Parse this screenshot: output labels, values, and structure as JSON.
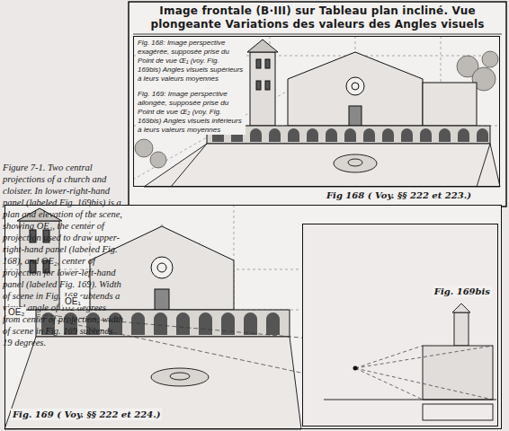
{
  "diagram": {
    "title": "Image frontale (B·III) sur Tableau plan incliné. Vue plongeante Variations des valeurs des Angles visuels",
    "caption": "Figure 7-1. Two central projections of a church and cloister. In lower-right-hand panel (labeled Fig. 169bis) is a plan and elevation of the scene, showing OE₁, the center of projection used to draw upper-right-hand panel (labeled Fig. 168), and OE₂, center of projection for lower-left-hand panel (labeled Fig. 169). Width of scene in Fig. 168 subtends a visual angle of 102 degrees from center of projection; width of scene in Fig. 169 subtends 19 degrees.",
    "nodes": [
      {
        "text": [
          "Fig 168 ( Voy. §§ 222 et 223.)"
        ]
      },
      {
        "text": [
          "Fig. 169 ( Voy. §§ 222 et 224.)"
        ]
      },
      {
        "text": [
          "Fig. 169bis"
        ],
        "in": 1
      }
    ],
    "labels": [
      "Fig. 168: Image perspective exagérée, supposée prise du Point de vue Œ₁ (voy. Fig. 169bis) Angles visuels supérieurs à leurs valeurs moyennes",
      "Fig. 169: Image perspective allongée, supposée prise du Point de vue Œ₂ (voy. Fig. 169bis) Angles visuels inférieurs à leurs valeurs moyennes",
      "OE₂",
      "OE₁"
    ]
  }
}
